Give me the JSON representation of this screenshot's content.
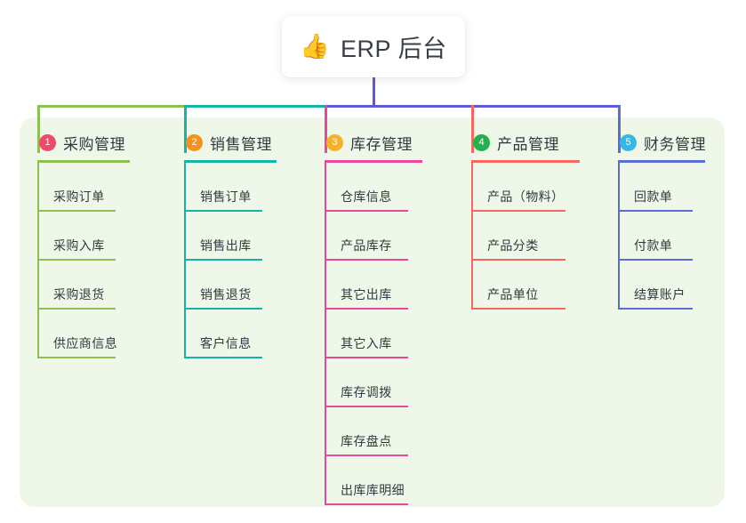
{
  "root": {
    "icon": "thumbs-up-emoji",
    "emoji": "👍",
    "title": "ERP 后台"
  },
  "theme": {
    "panel_bg": "#eef7e8",
    "card_bg": "#ffffff",
    "text": "#32383e",
    "trunk": "#5b5bd6"
  },
  "columns": [
    {
      "index": "1",
      "title": "采购管理",
      "badge_color": "#ed4a6e",
      "line_color": "#8cc152",
      "items": [
        "采购订单",
        "采购入库",
        "采购退货",
        "供应商信息"
      ]
    },
    {
      "index": "2",
      "title": "销售管理",
      "badge_color": "#f5921e",
      "line_color": "#14b5a5",
      "items": [
        "销售订单",
        "销售出库",
        "销售退货",
        "客户信息"
      ]
    },
    {
      "index": "3",
      "title": "库存管理",
      "badge_color": "#f5b225",
      "line_color": "#e8489b",
      "items": [
        "仓库信息",
        "产品库存",
        "其它出库",
        "其它入库",
        "库存调拨",
        "库存盘点",
        "出库库明细"
      ]
    },
    {
      "index": "4",
      "title": "产品管理",
      "badge_color": "#22b14c",
      "line_color": "#f4685f",
      "items": [
        "产品（物料）",
        "产品分类",
        "产品单位"
      ]
    },
    {
      "index": "5",
      "title": "财务管理",
      "badge_color": "#33b8e8",
      "line_color": "#5b6ed6",
      "items": [
        "回款单",
        "付款单",
        "结算账户"
      ]
    }
  ]
}
